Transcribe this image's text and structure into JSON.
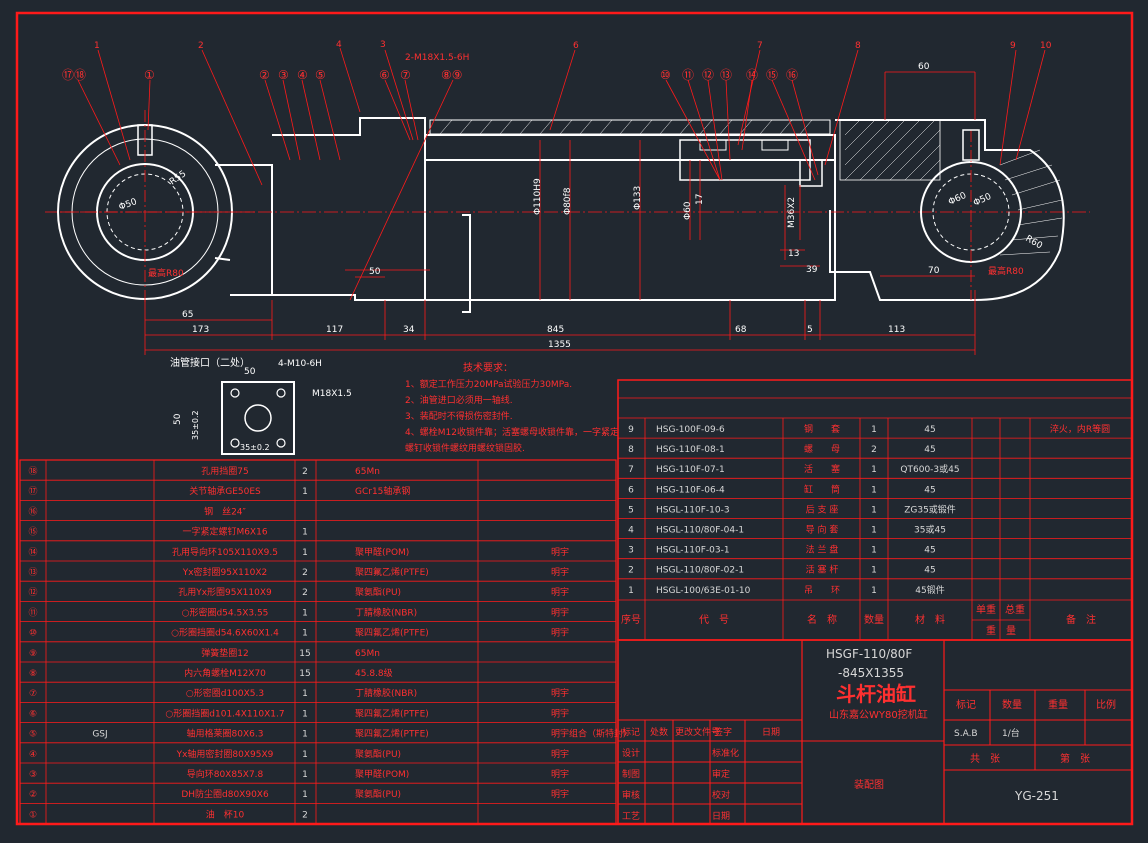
{
  "colors": {
    "background": "#212830",
    "border": "#ff1a1a",
    "geometry": "#ffffff",
    "text": "#ff3030",
    "leader": "#ff1a1a"
  },
  "leaders": {
    "top": [
      "1",
      "2",
      "3",
      "4",
      "2-M18X1.5-6H",
      "6",
      "7",
      "8",
      "9",
      "10"
    ],
    "circled_left": [
      "⑰⑱",
      "①",
      "②",
      "③",
      "④",
      "⑤",
      "⑥",
      "⑦",
      "⑧⑨"
    ],
    "circled_right": [
      "⑩",
      "⑪",
      "⑫",
      "⑬",
      "⑭",
      "⑮",
      "⑯"
    ]
  },
  "dims": {
    "d60": "60",
    "d65": "65",
    "d173": "173",
    "d117": "117",
    "d34": "34",
    "d845": "845",
    "d68": "68",
    "d5": "5",
    "d113": "113",
    "d1355": "1355",
    "d50": "50",
    "d39": "39",
    "d13": "13",
    "d70": "70",
    "phi50": "Φ50",
    "phi110": "Φ110H9",
    "phi80": "Φ80f8",
    "phi133": "Φ133",
    "phi60": "Φ60",
    "phi17": "17",
    "phim": "M36X2",
    "r_left": "R80",
    "r_right": "R60",
    "r55": "R55",
    "phi60r": "Φ60",
    "phi50r": "Φ50",
    "rad_left": "最高R80",
    "rad_right": "最高R80"
  },
  "port": {
    "title": "油管接口（二处）",
    "m10": "4-M10-6H",
    "d50": "50",
    "m18": "M18X1.5",
    "d50v": "50",
    "d35": "35±0.2",
    "d35h": "35±0.2"
  },
  "tech": {
    "title": "技术要求：",
    "lines": [
      "1、额定工作压力20MPa试验压力30MPa.",
      "2、油管进口必须用一轴线.",
      "3、装配时不得损伤密封件.",
      "4、螺栓M12收锁件靠；活塞螺母收锁件靠，一字紧定",
      "   螺钉收锁件螺纹用螺纹锁固胶."
    ]
  },
  "bom_left": [
    {
      "no": "⑱",
      "code": "",
      "name": "孔用挡圈75",
      "qty": "2",
      "mat": "65Mn",
      "note": ""
    },
    {
      "no": "⑰",
      "code": "",
      "name": "关节轴承GE50ES",
      "qty": "1",
      "mat": "GCr15轴承钢",
      "note": ""
    },
    {
      "no": "⑯",
      "code": "",
      "name": "钢　丝24″",
      "qty": "",
      "mat": "",
      "note": ""
    },
    {
      "no": "⑮",
      "code": "",
      "name": "一字紧定螺钉M6X16",
      "qty": "1",
      "mat": "",
      "note": ""
    },
    {
      "no": "⑭",
      "code": "",
      "name": "孔用导向环105X110X9.5",
      "qty": "1",
      "mat": "聚甲醛(POM)",
      "note": "明宇"
    },
    {
      "no": "⑬",
      "code": "",
      "name": "Yx密封圈95X110X2",
      "qty": "2",
      "mat": "聚四氟乙烯(PTFE)",
      "note": "明宇"
    },
    {
      "no": "⑫",
      "code": "",
      "name": "孔用Yx形圈95X110X9",
      "qty": "2",
      "mat": "聚氨酯(PU)",
      "note": "明宇"
    },
    {
      "no": "⑪",
      "code": "",
      "name": "○形密圈d54.5X3.55",
      "qty": "1",
      "mat": "丁腈橡胶(NBR)",
      "note": "明宇"
    },
    {
      "no": "⑩",
      "code": "",
      "name": "○形圈挡圈d54.6X60X1.4",
      "qty": "1",
      "mat": "聚四氟乙烯(PTFE)",
      "note": "明宇"
    },
    {
      "no": "⑨",
      "code": "",
      "name": "弹簧垫圈12",
      "qty": "15",
      "mat": "65Mn",
      "note": ""
    },
    {
      "no": "⑧",
      "code": "",
      "name": "内六角螺栓M12X70",
      "qty": "15",
      "mat": "45.8.8级",
      "note": ""
    },
    {
      "no": "⑦",
      "code": "",
      "name": "○形密圈d100X5.3",
      "qty": "1",
      "mat": "丁腈橡胶(NBR)",
      "note": "明宇"
    },
    {
      "no": "⑥",
      "code": "",
      "name": "○形圈挡圈d101.4X110X1.7",
      "qty": "1",
      "mat": "聚四氟乙烯(PTFE)",
      "note": "明宇"
    },
    {
      "no": "⑤",
      "code": "GSJ",
      "name": "轴用格莱圈80X6.3",
      "qty": "1",
      "mat": "聚四氟乙烯(PTFE)",
      "note": "明宇组合（斯特封）"
    },
    {
      "no": "④",
      "code": "",
      "name": "Yx轴用密封圈80X95X9",
      "qty": "1",
      "mat": "聚氨酯(PU)",
      "note": "明宇"
    },
    {
      "no": "③",
      "code": "",
      "name": "导向环80X85X7.8",
      "qty": "1",
      "mat": "聚甲醛(POM)",
      "note": "明宇"
    },
    {
      "no": "②",
      "code": "",
      "name": "DH防尘圈d80X90X6",
      "qty": "1",
      "mat": "聚氨酯(PU)",
      "note": "明宇"
    },
    {
      "no": "①",
      "code": "",
      "name": "油　杯10",
      "qty": "2",
      "mat": "",
      "note": ""
    }
  ],
  "bom_right": [
    {
      "no": "9",
      "code": "HSG-100F-09-6",
      "name": "钢　　套",
      "qty": "1",
      "mat": "45",
      "note": "淬火，内R等圆"
    },
    {
      "no": "8",
      "code": "HSG-110F-08-1",
      "name": "螺　　母",
      "qty": "2",
      "mat": "45",
      "note": ""
    },
    {
      "no": "7",
      "code": "HSG-110F-07-1",
      "name": "活　　塞",
      "qty": "1",
      "mat": "QT600-3或45",
      "note": ""
    },
    {
      "no": "6",
      "code": "HSG-110F-06-4",
      "name": "缸　　筒",
      "qty": "1",
      "mat": "45",
      "note": ""
    },
    {
      "no": "5",
      "code": "HSGL-110F-10-3",
      "name": "后 支 座",
      "qty": "1",
      "mat": "ZG35或锻件",
      "note": ""
    },
    {
      "no": "4",
      "code": "HSGL-110/80F-04-1",
      "name": "导 向 套",
      "qty": "1",
      "mat": "35或45",
      "note": ""
    },
    {
      "no": "3",
      "code": "HSGL-110F-03-1",
      "name": "法 兰 盘",
      "qty": "1",
      "mat": "45",
      "note": ""
    },
    {
      "no": "2",
      "code": "HSGL-110/80F-02-1",
      "name": "活 塞 杆",
      "qty": "1",
      "mat": "45",
      "note": ""
    },
    {
      "no": "1",
      "code": "HSGL-100/63E-01-10",
      "name": "吊　　环",
      "qty": "1",
      "mat": "45锻件",
      "note": ""
    }
  ],
  "bom_header": {
    "no": "序号",
    "code": "代　号",
    "name": "名　称",
    "qty": "数量",
    "mat": "材　料",
    "w1": "单重",
    "w2": "总重",
    "wt": "重　量",
    "note": "备　注"
  },
  "title_block": {
    "model1": "HSGF-110/80F",
    "model2": "-845X1355",
    "name": "斗杆油缸",
    "sub": "山东嘉公WY80挖机缸",
    "mark": "标记",
    "stage": "数量",
    "weight": "重量",
    "ratio": "比例",
    "sab": "S.A.B",
    "scale": "1/台",
    "total": "共　张",
    "page": "第　张",
    "drawing": "装配图",
    "code": "YG-251",
    "rev": [
      "标记",
      "处数",
      "更改文件号",
      "签字",
      "日期"
    ],
    "roles": [
      "设计",
      "制图",
      "审核",
      "工艺"
    ],
    "roles2": [
      "标准化",
      "审定",
      "校对",
      "日期"
    ]
  }
}
